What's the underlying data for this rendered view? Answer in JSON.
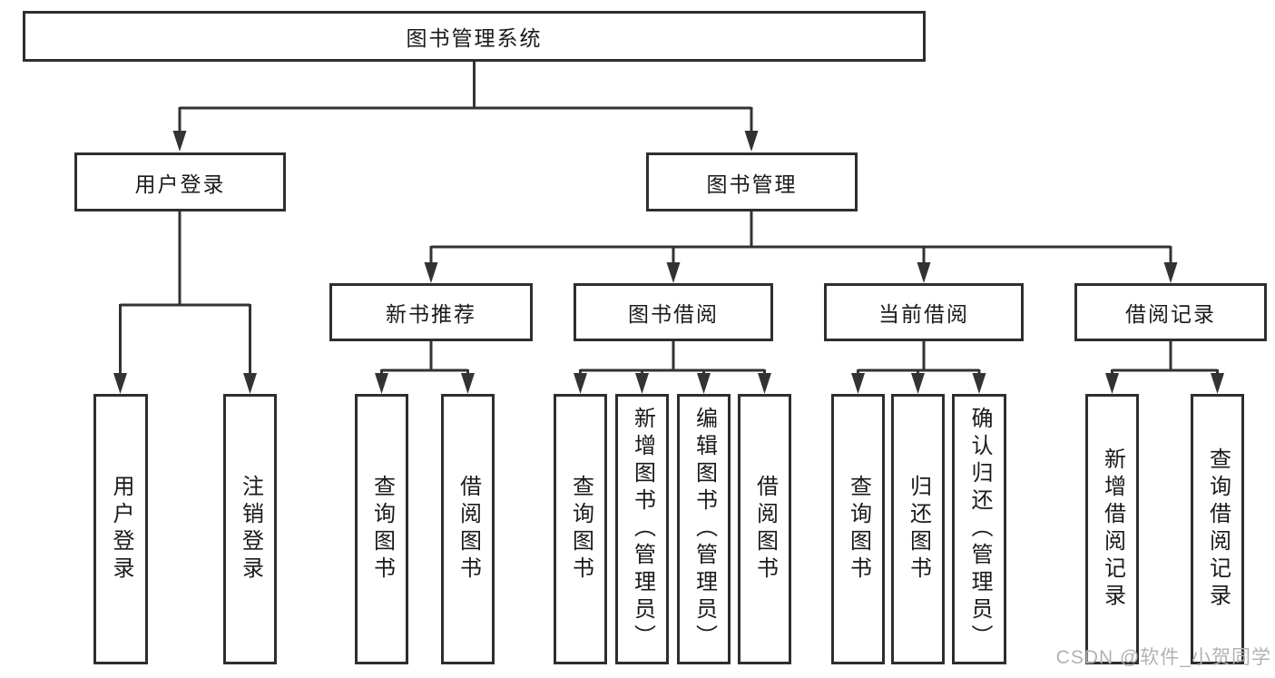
{
  "colors": {
    "background": "#ffffff",
    "box_border": "#2e2e2e",
    "connector_line": "#333333",
    "text": "#1a1a1a",
    "watermark_text": "#b2b2b2"
  },
  "tree": {
    "root_label": "图书管理系统",
    "login": {
      "label": "用户登录",
      "children": [
        "用户登录",
        "注销登录"
      ]
    },
    "mgmt": {
      "label": "图书管理",
      "sections": [
        {
          "label": "新书推荐",
          "children": [
            "查询图书",
            "借阅图书"
          ]
        },
        {
          "label": "图书借阅",
          "children": [
            "查询图书",
            "新增图书（管理员）",
            "编辑图书（管理员）",
            "借阅图书"
          ]
        },
        {
          "label": "当前借阅",
          "children": [
            "查询图书",
            "归还图书",
            "确认归还（管理员）"
          ]
        },
        {
          "label": "借阅记录",
          "children": [
            "新增借阅记录",
            "查询借阅记录"
          ]
        }
      ]
    }
  },
  "watermark": {
    "text": "CSDN @软件_小贺同学"
  }
}
